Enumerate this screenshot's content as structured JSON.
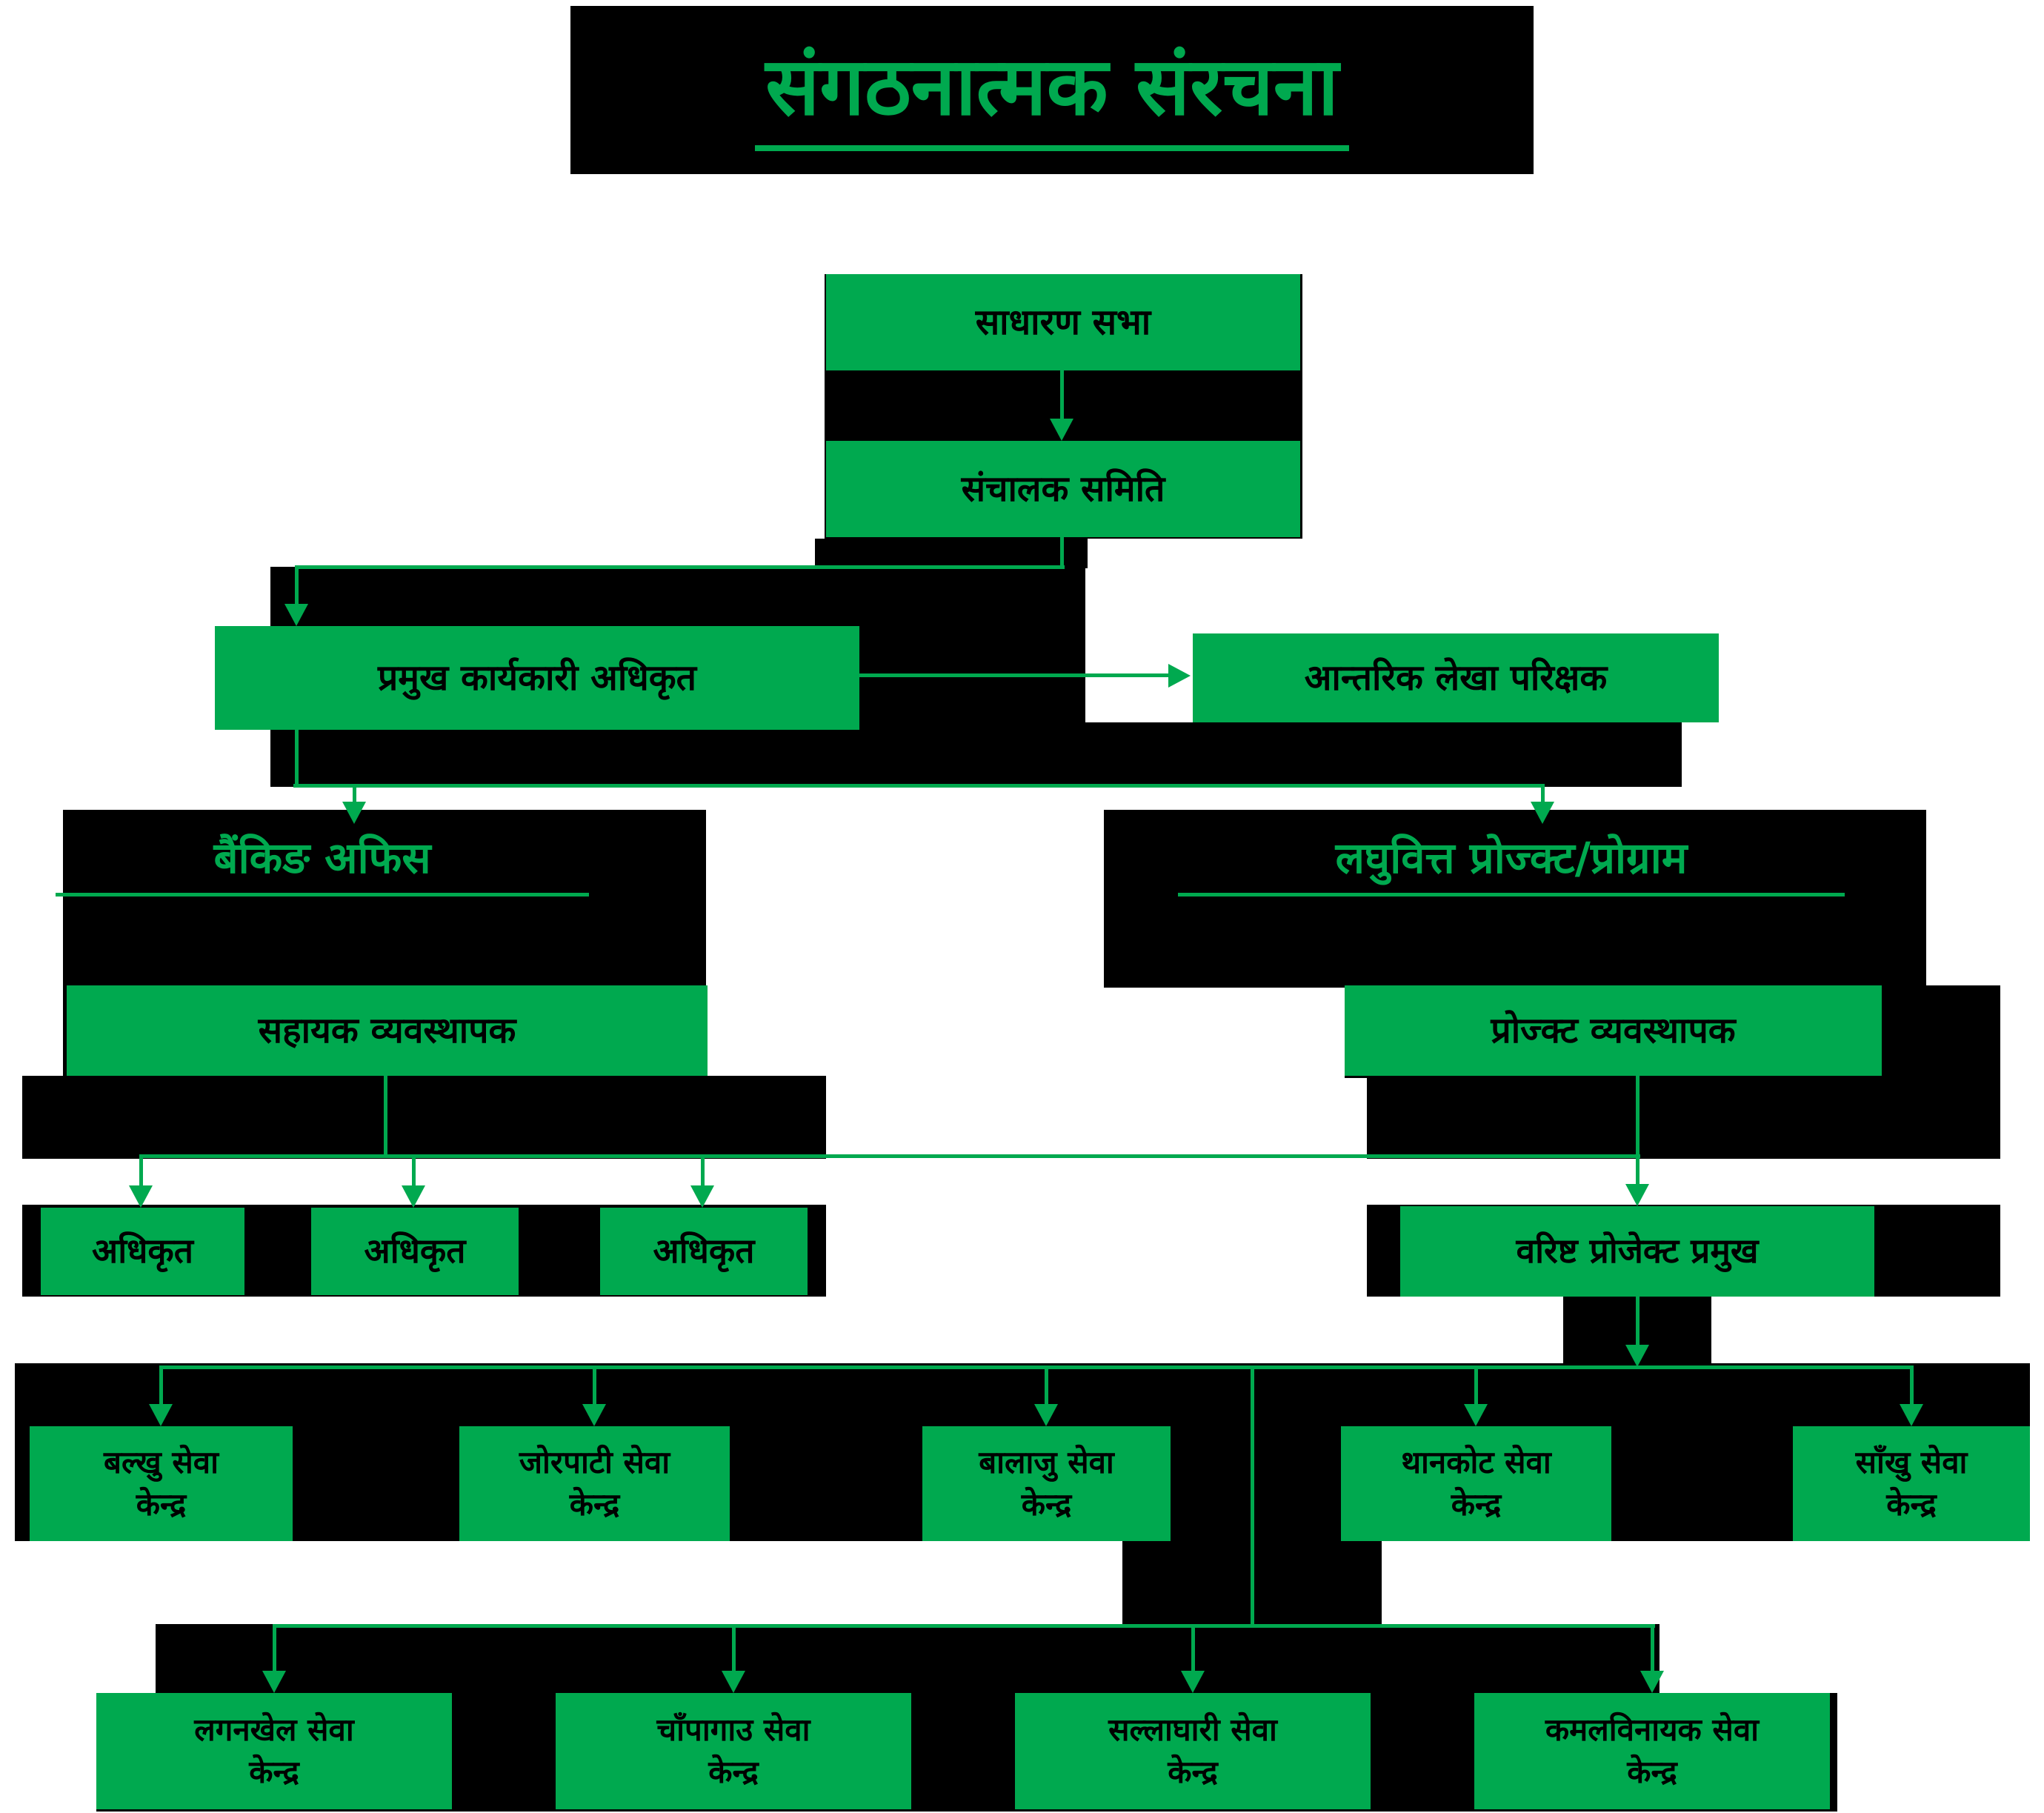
{
  "title": "संगठनात्मक संरचना",
  "colors": {
    "green": "#00A94F",
    "black": "#000000"
  },
  "nodes": {
    "general_assembly": "साधारण सभा",
    "board_committee": "संचालक समिति",
    "chief_executive_officer": "प्रमुख कार्यकारी अधिकृत",
    "internal_auditor": "आन्तरिक लेखा परिक्षक",
    "banking_office": "बैंकिङ अफिस",
    "microfinance_program": "लघुवित्त प्रोज्क्ट/प्रोग्राम",
    "assistant_manager": "सहायक व्यवस्थापक",
    "officers": [
      "अधिकृत",
      "अधिकृत",
      "अधिकृत"
    ],
    "project_manager": "प्रोज्क्ट व्यवस्थापक",
    "senior_project_chief": "वरिष्ट प्रोजेक्ट प्रमुख",
    "service_centers_row1": [
      "बल्खु सेवा\nकेन्द्र",
      "जोरपाटी सेवा\nकेन्द्र",
      "बालाजु सेवा\nकेन्द्र",
      "थानकोट सेवा\nकेन्द्र",
      "साँखु सेवा\nकेन्द्र"
    ],
    "service_centers_row2": [
      "लगनखेल सेवा\nकेन्द्र",
      "चाँपागाउ सेवा\nकेन्द्र",
      "सल्लाघारी सेवा\nकेन्द्र",
      "कमलविनायक सेवा\nकेन्द्र"
    ]
  }
}
